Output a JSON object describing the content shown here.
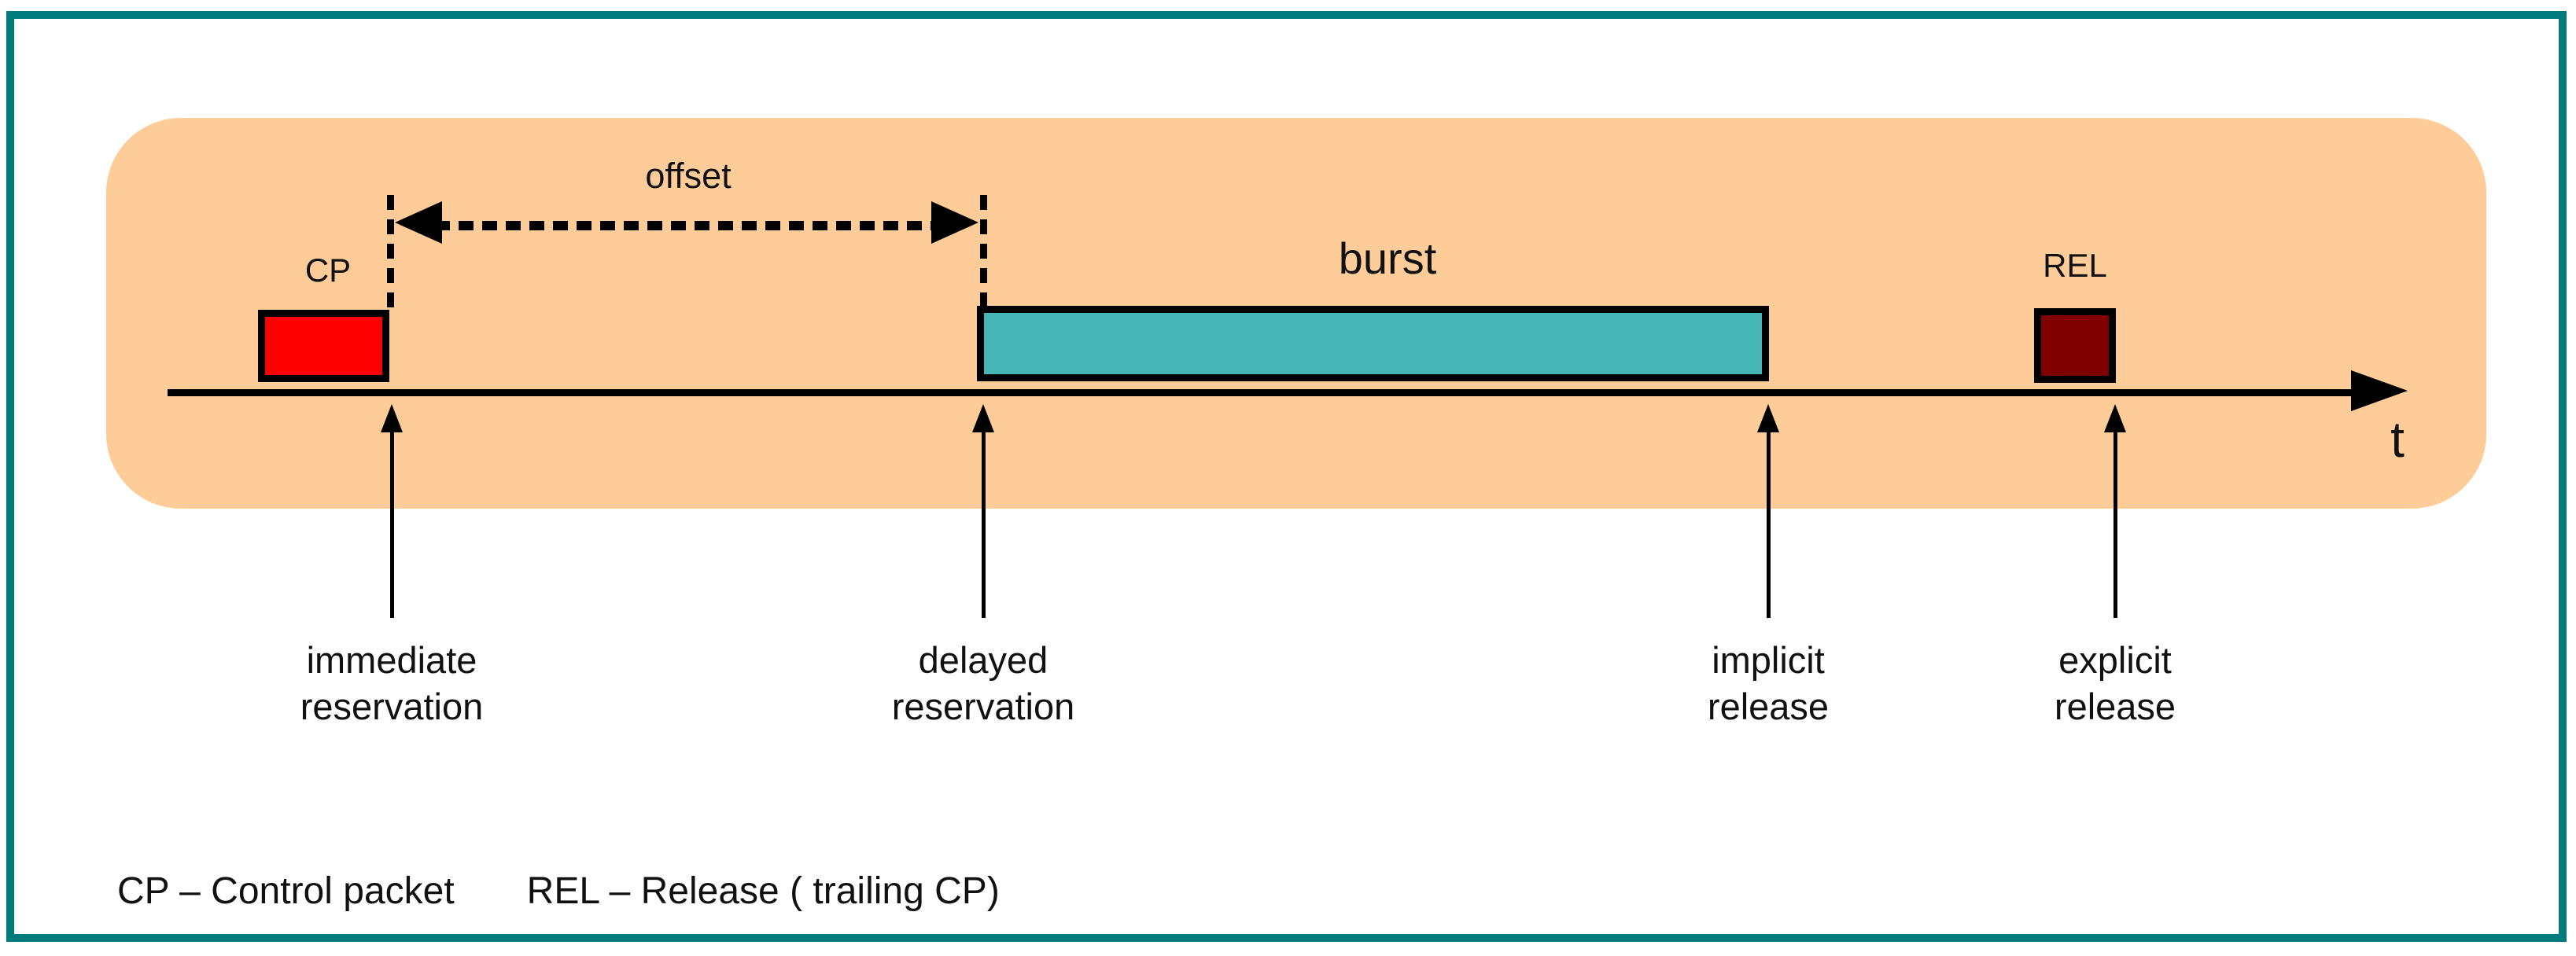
{
  "colors": {
    "frame_border": "#007B7B",
    "panel_bg": "#FECC99",
    "cp_fill": "#FF0000",
    "burst_fill": "#46B5B5",
    "rel_fill": "#800000"
  },
  "offset": {
    "label": "offset"
  },
  "packets": {
    "cp": {
      "label": "CP"
    },
    "burst": {
      "label": "burst"
    },
    "rel": {
      "label": "REL"
    }
  },
  "timeline": {
    "axis_label": "t"
  },
  "events": [
    {
      "line1": "immediate",
      "line2": "reservation"
    },
    {
      "line1": "delayed",
      "line2": "reservation"
    },
    {
      "line1": "implicit",
      "line2": "release"
    },
    {
      "line1": "explicit",
      "line2": "release"
    }
  ],
  "legend": {
    "items": [
      "CP – Control packet",
      "REL – Release ( trailing CP)"
    ]
  }
}
